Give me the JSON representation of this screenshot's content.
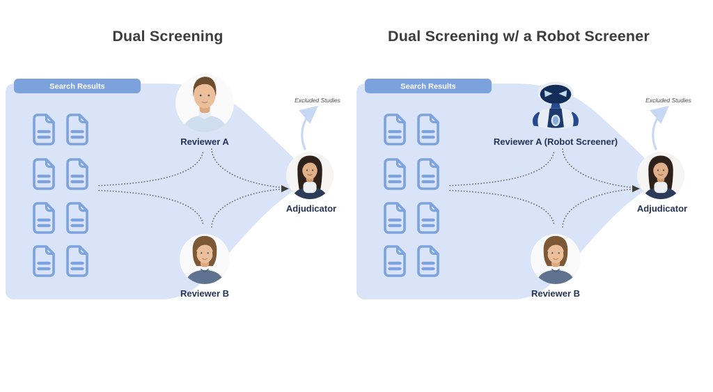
{
  "page": {
    "background": "#ffffff"
  },
  "colors": {
    "title_text": "#3d3d3d",
    "funnel_fill": "#d9e4f8",
    "search_tab_fill": "#7ca2de",
    "search_tab_text": "#ffffff",
    "document_icon": "#7da3df",
    "node_label_text": "#263357",
    "connector_dotted": "#6f6f6f",
    "excluded_arrow": "#c7d8f4",
    "excluded_text": "#4a4a4a"
  },
  "panels": [
    {
      "title": "Dual Screening",
      "search_box": {
        "label": "Search Results"
      },
      "documents": {
        "count": 8,
        "icon": "document-icon",
        "columns": 2,
        "rows": 4
      },
      "nodes": {
        "reviewer_a": {
          "label": "Reviewer A",
          "avatar": "man-photo-avatar"
        },
        "reviewer_b": {
          "label": "Reviewer B",
          "avatar": "man-photo-avatar"
        },
        "adjudicator": {
          "label": "Adjudicator",
          "avatar": "woman-photo-avatar"
        }
      },
      "excluded": {
        "label": "Excluded Studies"
      },
      "connections": [
        "search-results -> reviewer-a (dotted)",
        "search-results -> reviewer-b (dotted)",
        "reviewer-a -> adjudicator (dotted)",
        "reviewer-b -> adjudicator (dotted)",
        "adjudicator -> excluded-studies (arrow)"
      ]
    },
    {
      "title": "Dual Screening w/ a Robot Screener",
      "search_box": {
        "label": "Search Results"
      },
      "documents": {
        "count": 8,
        "icon": "document-icon",
        "columns": 2,
        "rows": 4
      },
      "nodes": {
        "reviewer_a": {
          "label": "Reviewer A (Robot Screener)",
          "avatar": "robot-icon"
        },
        "reviewer_b": {
          "label": "Reviewer B",
          "avatar": "man-photo-avatar"
        },
        "adjudicator": {
          "label": "Adjudicator",
          "avatar": "woman-photo-avatar"
        }
      },
      "excluded": {
        "label": "Excluded Studies"
      },
      "connections": [
        "search-results -> reviewer-a (dotted)",
        "search-results -> reviewer-b (dotted)",
        "reviewer-a -> adjudicator (dotted)",
        "reviewer-b -> adjudicator (dotted)",
        "adjudicator -> excluded-studies (arrow)"
      ]
    }
  ]
}
